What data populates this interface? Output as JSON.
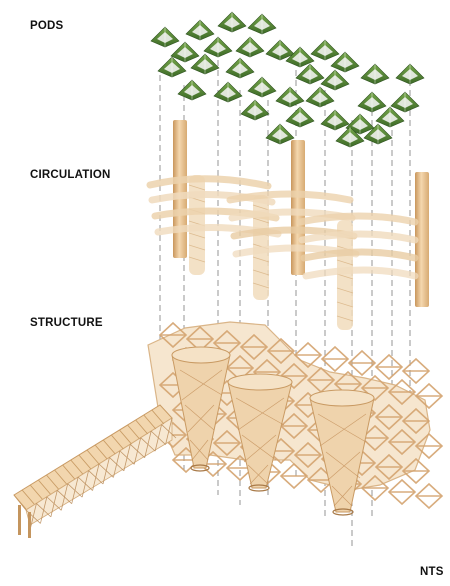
{
  "labels": {
    "pods": "PODS",
    "circulation": "CIRCULATION",
    "structure": "STRUCTURE",
    "scale_note": "NTS"
  },
  "colors": {
    "pod_green": "#5f8f3a",
    "pod_green_dark": "#3f6b2a",
    "pod_roof": "#eef1ec",
    "timber": "#e9c99b",
    "timber_dark": "#c79a63",
    "timber_light": "#f4e1c4",
    "guide_line": "#8a8a8a"
  }
}
